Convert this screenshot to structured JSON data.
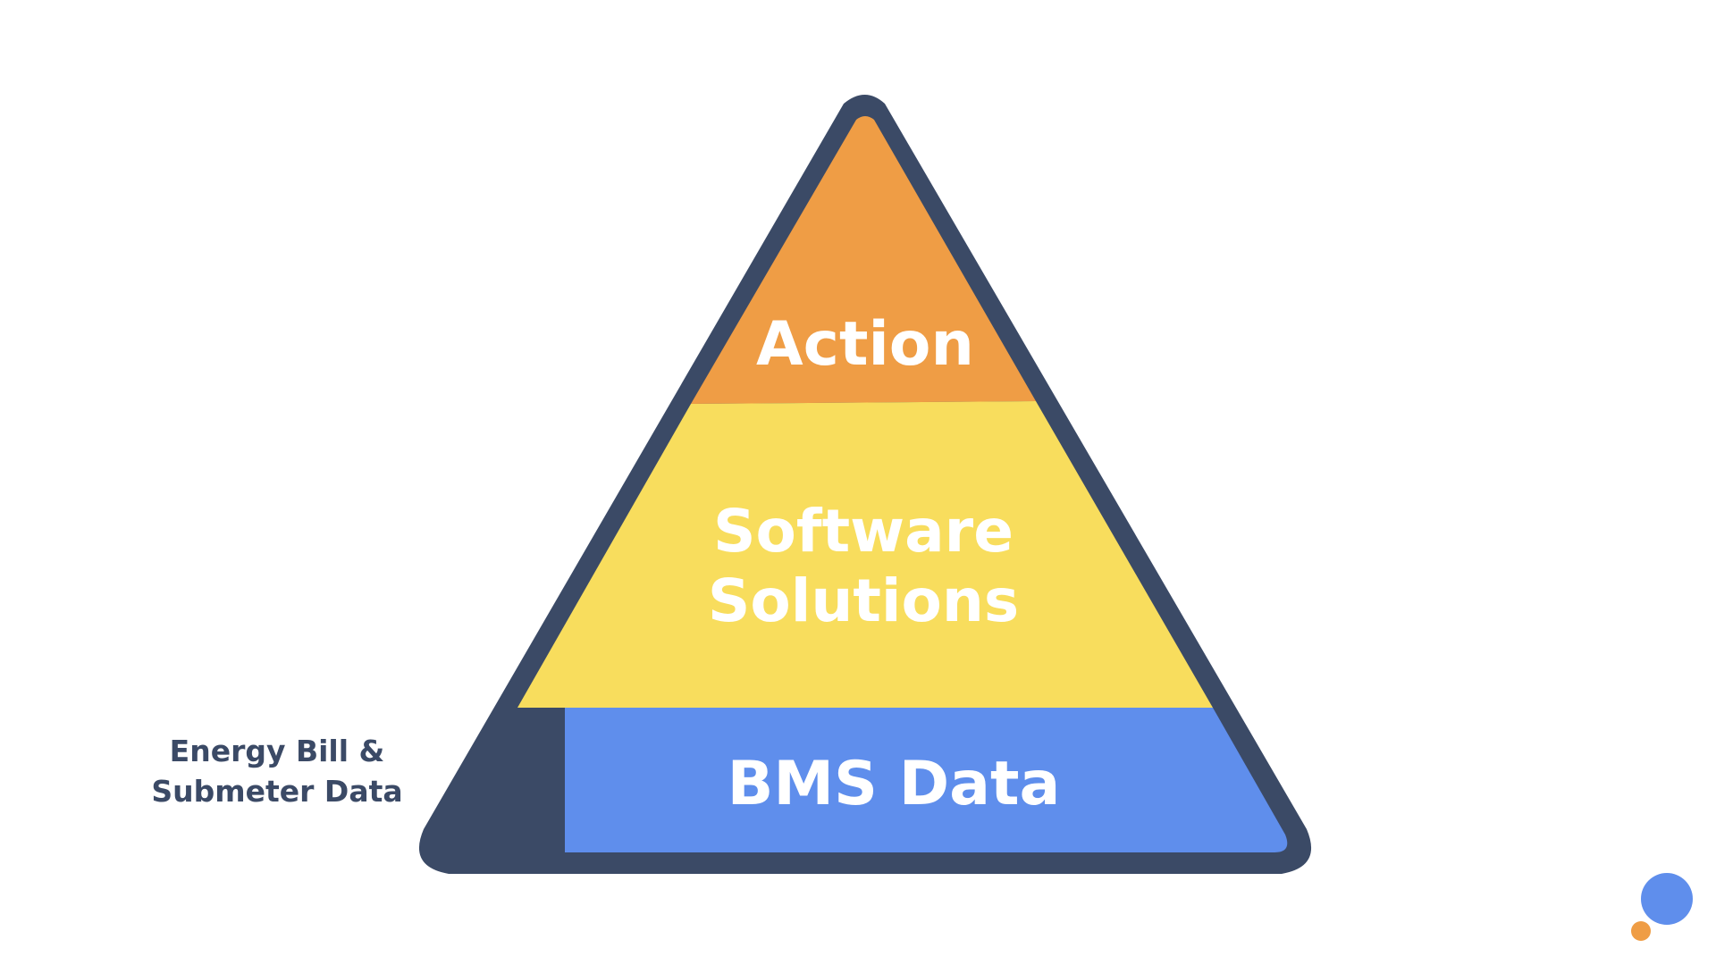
{
  "pyramid": {
    "layers": [
      {
        "label_lines": [
          "Action"
        ],
        "color": "#ef9d45"
      },
      {
        "label_lines": [
          "Software",
          "Solutions"
        ],
        "color": "#f8dd5d"
      },
      {
        "label_lines": [
          "BMS Data"
        ],
        "color": "#5f8eec"
      }
    ],
    "base_segment": {
      "label_lines": [
        "Energy Bill &",
        "Submeter Data"
      ],
      "color": "#3b4a66"
    },
    "outline_color": "#3b4a66"
  },
  "decor": {
    "dot_big_color": "#5f8eec",
    "dot_small_color": "#ef9d45"
  }
}
